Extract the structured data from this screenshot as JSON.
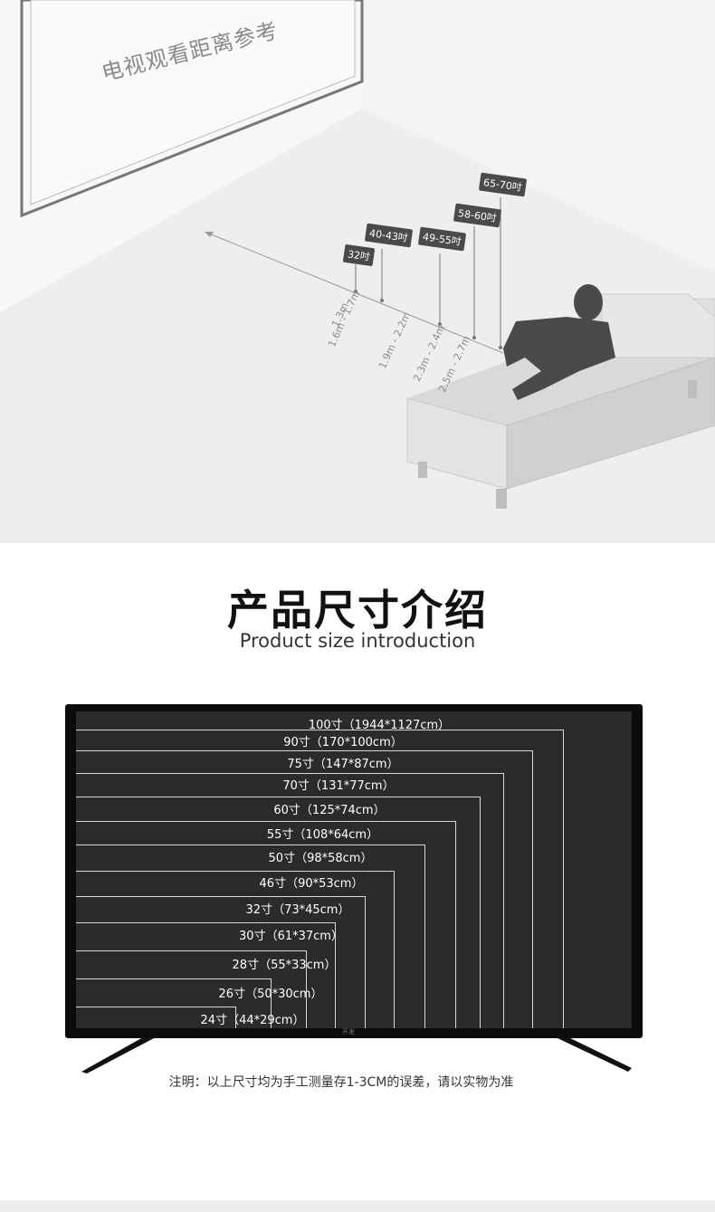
{
  "room": {
    "title": "电视观看距离参考",
    "tags": [
      "65-70吋",
      "58-60吋",
      "49-55吋",
      "40-43吋",
      "32吋"
    ],
    "distances": [
      "1.3m",
      "1.6m - 1.7m",
      "1.9m - 2.2m",
      "2.3m - 2.4m",
      "2.5m - 2.7m"
    ]
  },
  "heading": {
    "title": "产品尺寸介绍",
    "subtitle": "Product size introduction"
  },
  "tv": {
    "logo": "开发",
    "sizes": [
      "100寸（1944*1127cm）",
      "90寸（170*100cm）",
      "75寸（147*87cm）",
      "70寸（131*77cm）",
      "60寸（125*74cm）",
      "55寸（108*64cm）",
      "50寸（98*58cm）",
      "46寸（90*53cm）",
      "32寸（73*45cm）",
      "30寸（61*37cm）",
      "28寸（55*33cm）",
      "26寸（50*30cm）",
      "24寸（44*29cm）"
    ]
  },
  "note": "注明：以上尺寸均为手工测量存1-3CM的误差，请以实物为准"
}
